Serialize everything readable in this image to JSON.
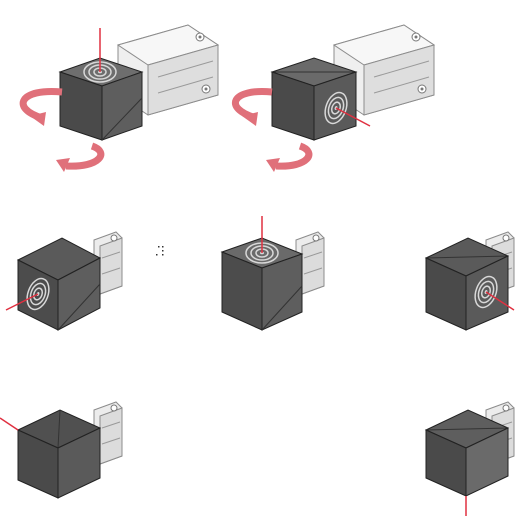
{
  "diagram": {
    "colors": {
      "cube_front": "#505050",
      "cube_top": "#707070",
      "cube_side": "#3c3c3c",
      "cube_face_light": "#8a8a8a",
      "housing": "#e8e8e8",
      "housing_edge": "#9a9a9a",
      "arrow_red": "#e0707a",
      "arrow_red_dark": "#c8505a",
      "leader_red": "#e03040"
    },
    "top_row": [
      {
        "id": "sensor-face-top",
        "rotation_arrows": true
      },
      {
        "id": "sensor-face-side",
        "rotation_arrows": true
      }
    ],
    "middle_row": [
      {
        "id": "orientation-front-face"
      },
      {
        "id": "orientation-top-face"
      },
      {
        "id": "orientation-right-face"
      }
    ],
    "bottom_row": [
      {
        "id": "orientation-left-edge"
      },
      {
        "id": "orientation-bottom-edge"
      }
    ]
  }
}
